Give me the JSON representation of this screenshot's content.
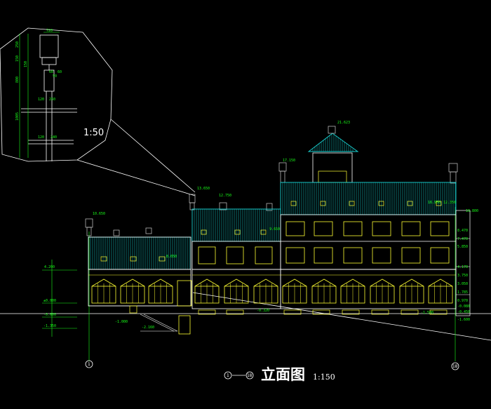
{
  "drawing": {
    "title": "立面图",
    "title_scale": "1:150",
    "axis_range_from": "1",
    "axis_range_to": "18",
    "axis_left": "1",
    "axis_right": "18"
  },
  "detail": {
    "scale": "1:50",
    "dims": [
      "720",
      "250",
      "150",
      "150",
      "800",
      "1005",
      "60",
      "60",
      "50",
      "120",
      "250",
      "120",
      "240"
    ]
  },
  "elevations": {
    "tower_top": "21.623",
    "upper_ridge": "17.150",
    "pavilion_top": "13.650",
    "mid_roof": "12.750",
    "left_wing_top": "10.650",
    "right_wing_top": "10.800",
    "left_mark": "4.200",
    "ground_mark": "±0.000",
    "ground_minus": "-0.600",
    "basement_minus": "-1.350",
    "entry_minus": "-2.160",
    "low_ground": "-1.500",
    "eave_mid": "9.650",
    "right_level": "8.470",
    "mid_level": "7.470",
    "right_a": "5.850",
    "right_b": "4.170",
    "right_c": "3.750",
    "right_d": "3.050",
    "right_e": "1.785",
    "right_f": "0.970",
    "right_g": "-0.080",
    "right_h": "-0.450",
    "right_i": "-1.600",
    "roof_left": "8.650",
    "step_mark": "-0.320",
    "mid_upper": "16.950",
    "right_roof": "12.350",
    "low_mid": "-1.000"
  }
}
